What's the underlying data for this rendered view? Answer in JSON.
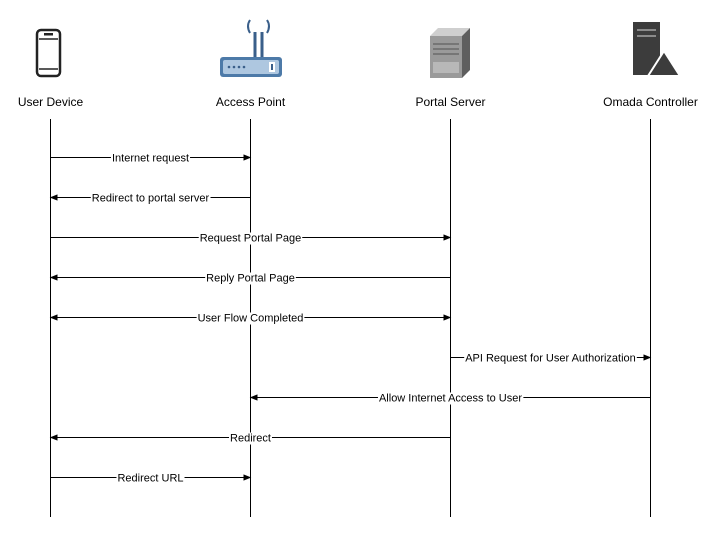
{
  "actors": [
    {
      "id": "user",
      "label": "User Device",
      "icon": "smartphone-icon"
    },
    {
      "id": "ap",
      "label": "Access Point",
      "icon": "router-icon"
    },
    {
      "id": "portal",
      "label": "Portal Server",
      "icon": "server-icon"
    },
    {
      "id": "omada",
      "label": "Omada Controller",
      "icon": "controller-icon"
    }
  ],
  "messages": [
    {
      "from": "user",
      "to": "ap",
      "label": "Internet request",
      "bidirectional": false
    },
    {
      "from": "ap",
      "to": "user",
      "label": "Redirect to portal server",
      "bidirectional": false
    },
    {
      "from": "user",
      "to": "portal",
      "label": "Request Portal Page",
      "bidirectional": false
    },
    {
      "from": "portal",
      "to": "user",
      "label": "Reply Portal Page",
      "bidirectional": false
    },
    {
      "from": "user",
      "to": "portal",
      "label": "User Flow Completed",
      "bidirectional": true
    },
    {
      "from": "portal",
      "to": "omada",
      "label": "API Request for User Authorization",
      "bidirectional": false
    },
    {
      "from": "omada",
      "to": "ap",
      "label": "Allow Internet Access to User",
      "bidirectional": false
    },
    {
      "from": "portal",
      "to": "user",
      "label": "Redirect",
      "bidirectional": false
    },
    {
      "from": "user",
      "to": "ap",
      "label": "Redirect URL",
      "bidirectional": false
    }
  ]
}
